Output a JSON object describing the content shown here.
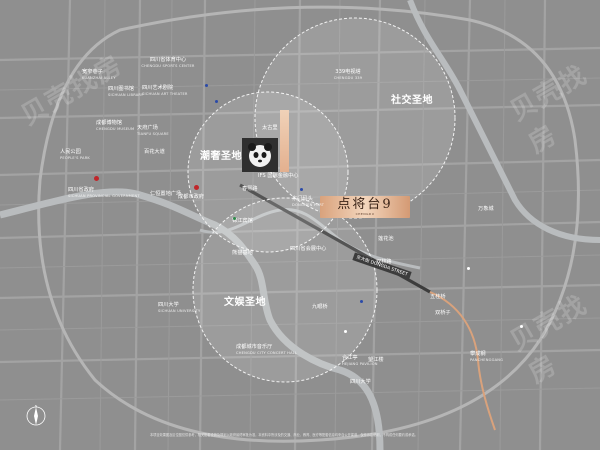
{
  "zones": {
    "social": "社交圣地",
    "trend": "潮奢圣地",
    "culture": "文娱圣地"
  },
  "brand": {
    "name": "点将台",
    "mark": "9",
    "sub": "CHENGDU"
  },
  "roads": {
    "east_avenue_cn": "东大街",
    "east_avenue_en": "DONGDA STREET"
  },
  "labels": {
    "sports_center": {
      "cn": "四川省体育中心",
      "en": "CHENGDU SPORTS CENTER"
    },
    "library": {
      "cn": "四川图书馆",
      "en": "SICHUAN LIBRARY"
    },
    "art_theater": {
      "cn": "四川艺术剧院",
      "en": "SICHUAN ART THEATER"
    },
    "museum": {
      "cn": "成都博物馆",
      "en": "CHENGDU MUSEUM"
    },
    "tianfu_square": {
      "cn": "天府广场",
      "en": "TIANFU SQUARE"
    },
    "baihua_tan": {
      "cn": "百花大道"
    },
    "peoples_park": {
      "cn": "人民公园",
      "en": "PEOPLE'S PARK"
    },
    "kuanzhai": {
      "cn": "宽窄巷子",
      "en": "KUANZHAI ALLEY"
    },
    "provincial_gov": {
      "cn": "四川省政府",
      "en": "SICHUAN PROVINCIAL GOVERNMENT"
    },
    "city_gov": {
      "cn": "成都市政府"
    },
    "renheng": {
      "cn": "仁恒置地广场"
    },
    "ifs": {
      "cn": "IFS 国际金融中心"
    },
    "taikoo": {
      "cn": "太古里"
    },
    "chunxi": {
      "cn": "春熙路"
    },
    "dongmen": {
      "cn": "东门码头",
      "en": "DONGMEN PORT"
    },
    "tv_tower": {
      "cn": "339电视塔",
      "en": "CHENGDU 339"
    },
    "wanxiang": {
      "cn": "万象城"
    },
    "sichuan_uni": {
      "cn": "四川大学",
      "en": "SICHUAN UNIVERSITY"
    },
    "concert_hall": {
      "cn": "成都城市音乐厅",
      "en": "CHENGDU CITY CONCERT HALL"
    },
    "jiuyan_bridge": {
      "cn": "九眼桥"
    },
    "wangjiang": {
      "cn": "望江楼"
    },
    "hejiang": {
      "cn": "合江亭",
      "en": "HEJIANG PAVILION"
    },
    "panda_base": {
      "cn": "熊猫基地"
    },
    "sichuan_uni2": {
      "cn": "四川大学"
    },
    "panchengang": {
      "cn": "攀成钢",
      "en": "PANCHENGGANG"
    },
    "wuguiqiao": {
      "cn": "五桂桥"
    },
    "shuangqiao": {
      "cn": "双桥子"
    },
    "lianhua": {
      "cn": "莲花池"
    },
    "jinjiang": {
      "cn": "锦江宾馆"
    },
    "sichuan_hall": {
      "cn": "四川省会展中心"
    },
    "shuanglin": {
      "cn": "双林路"
    }
  },
  "footer": "本项目效果图及区位图仅供参考，相关配套设施及规划以政府最终审批为准，本资料中所涉及的交通、商业、教育、医疗等配套信息均来自公开渠道，仅作示意说明，不构成任何要约或承诺。",
  "watermark": "贝壳找房",
  "colors": {
    "background": "#8f8f8f",
    "accent": "#c98d6c",
    "zone_warm": "#7b3d1e",
    "metro_dot": "#2b4aa8"
  }
}
